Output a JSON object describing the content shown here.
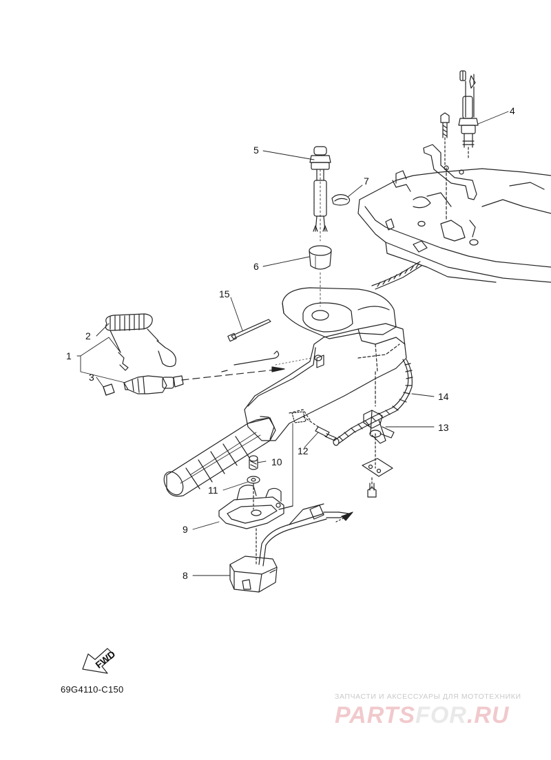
{
  "diagram": {
    "callouts": [
      {
        "id": "1",
        "label": "1"
      },
      {
        "id": "2",
        "label": "2"
      },
      {
        "id": "3",
        "label": "3"
      },
      {
        "id": "4",
        "label": "4"
      },
      {
        "id": "5",
        "label": "5"
      },
      {
        "id": "6",
        "label": "6"
      },
      {
        "id": "7",
        "label": "7"
      },
      {
        "id": "8",
        "label": "8"
      },
      {
        "id": "9",
        "label": "9"
      },
      {
        "id": "10",
        "label": "10"
      },
      {
        "id": "11",
        "label": "11"
      },
      {
        "id": "12",
        "label": "12"
      },
      {
        "id": "13",
        "label": "13"
      },
      {
        "id": "14",
        "label": "14"
      },
      {
        "id": "15",
        "label": "15"
      }
    ],
    "fwd_label": "FWD",
    "part_code": "69G4110-C150"
  },
  "watermark": {
    "tagline": "ЗАПЧАСТИ И АКСЕССУАРЫ ДЛЯ МОТОТЕХНИКИ",
    "logo_left": "PARTS",
    "logo_mid": "FOR",
    "logo_right": ".RU"
  }
}
